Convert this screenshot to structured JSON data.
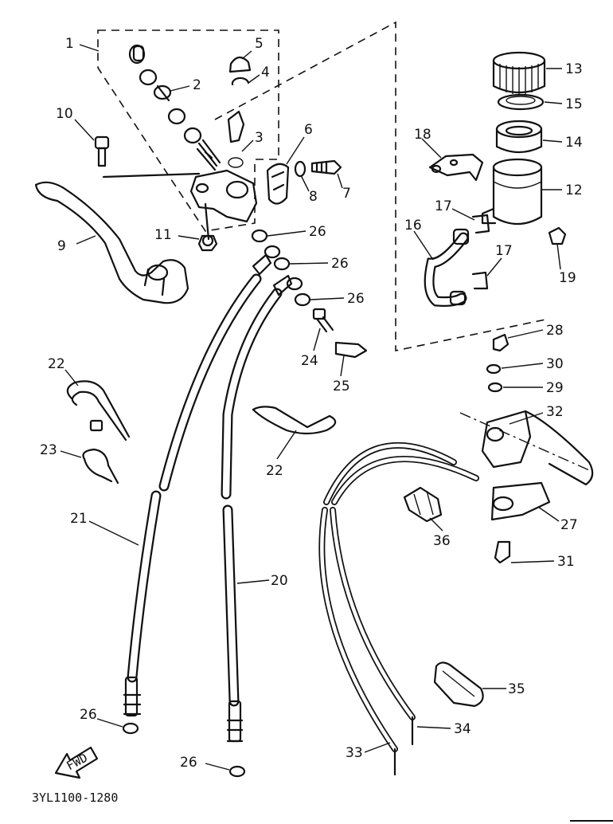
{
  "callouts": [
    "1",
    "2",
    "3",
    "4",
    "5",
    "6",
    "7",
    "8",
    "9",
    "10",
    "11",
    "12",
    "13",
    "14",
    "15",
    "16",
    "17",
    "17",
    "18",
    "19",
    "20",
    "21",
    "22",
    "22",
    "23",
    "24",
    "25",
    "26",
    "26",
    "26",
    "26",
    "26",
    "27",
    "28",
    "29",
    "30",
    "31",
    "32",
    "33",
    "34",
    "35",
    "36"
  ],
  "fwd_label": "FWD",
  "diagram_code": "3YL1100-1280"
}
